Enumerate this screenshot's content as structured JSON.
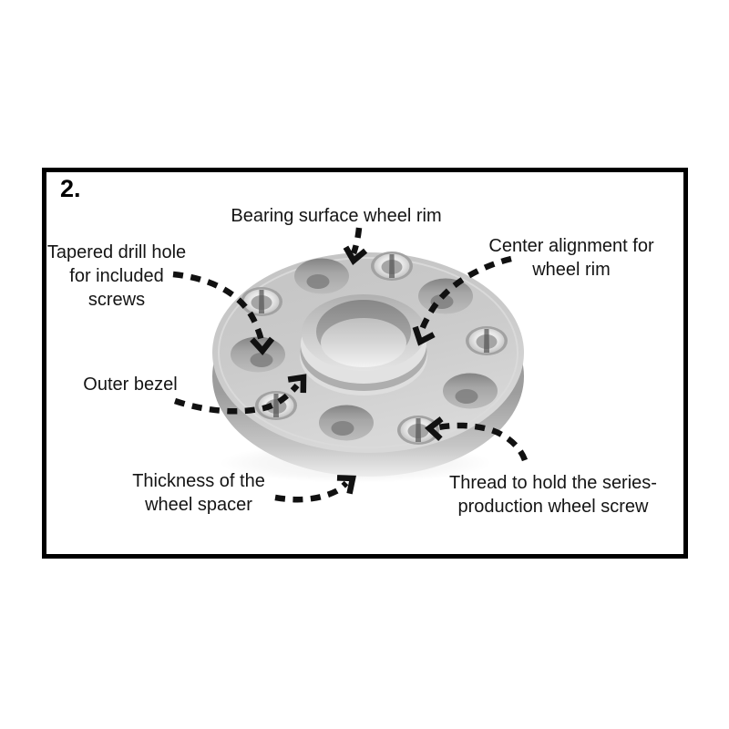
{
  "diagram": {
    "step_label": "2.",
    "subject": "wheel-spacer-annotated-diagram"
  },
  "labels": {
    "bearing_surface": "Bearing surface wheel rim",
    "tapered_drill_hole": "Tapered drill hole\nfor included\nscrews",
    "center_alignment": "Center alignment for\nwheel rim",
    "outer_bezel": "Outer bezel",
    "thickness": "Thickness of the\nwheel spacer",
    "thread": "Thread to hold the series-\nproduction wheel screw"
  },
  "colors": {
    "background": "#ffffff",
    "frame_border": "#000000",
    "text": "#141414",
    "arrow": "#111111",
    "spacer_body": "#cccccc",
    "spacer_shadow": "#9b9b9b",
    "spacer_highlight": "#f2f2f2"
  }
}
